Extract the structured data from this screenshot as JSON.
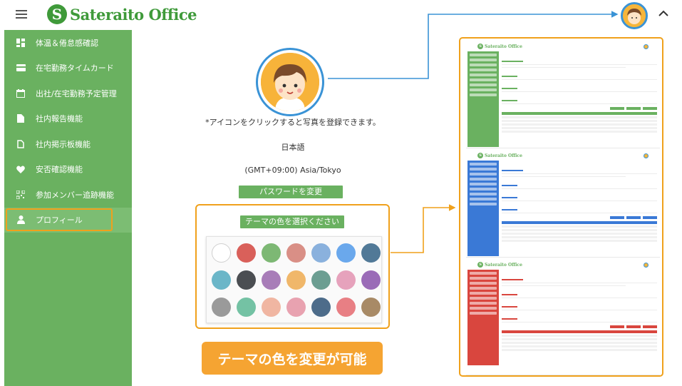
{
  "header": {
    "logo_letter": "S",
    "logo_text": "Sateraito Office"
  },
  "sidebar": {
    "items": [
      {
        "label": "体温＆倦怠感確認",
        "icon": "dashboard-icon"
      },
      {
        "label": "在宅勤務タイムカード",
        "icon": "card-icon"
      },
      {
        "label": "出社/在宅勤務予定管理",
        "icon": "calendar-icon"
      },
      {
        "label": "社内報告機能",
        "icon": "document-icon"
      },
      {
        "label": "社内掲示板機能",
        "icon": "document-outline-icon"
      },
      {
        "label": "安否確認機能",
        "icon": "heart-icon"
      },
      {
        "label": "参加メンバー追跡機能",
        "icon": "qr-code-icon"
      },
      {
        "label": "プロフィール",
        "icon": "person-icon"
      }
    ],
    "active_index": 7
  },
  "main": {
    "avatar_hint": "*アイコンをクリックすると写真を登録できます。",
    "language": "日本語",
    "timezone": "(GMT+09:00) Asia/Tokyo",
    "password_button": "パスワードを変更",
    "theme_title": "テーマの色を選択ください",
    "banner": "テーマの色を変更が可能"
  },
  "theme_colors": [
    [
      "#ffffff",
      "#d9605a",
      "#7db874",
      "#d98f86",
      "#8ab1dd",
      "#6aa8ec",
      "#517997"
    ],
    [
      "#6bb6c8",
      "#4b4e52",
      "#a87db8",
      "#f0b76a",
      "#6c9e92",
      "#e6a2bc",
      "#9a6bb7"
    ],
    [
      "#9a9a9a",
      "#74c2a4",
      "#f0b6a2",
      "#e8a2b0",
      "#4d6c8a",
      "#e87f84",
      "#a88a66"
    ]
  ],
  "colors": {
    "sidebar_green": "#6ab160",
    "accent_orange": "#f0a11c",
    "banner_orange": "#f5a432",
    "connector_blue": "#3a93d6",
    "preview_blue": "#3a79d6",
    "preview_red": "#d9463e"
  },
  "previews": [
    {
      "theme": "green",
      "logo_text": "Sateraito Office"
    },
    {
      "theme": "blue",
      "logo_text": "Sateraito Office"
    },
    {
      "theme": "red",
      "logo_text": "Sateraito Office"
    }
  ]
}
